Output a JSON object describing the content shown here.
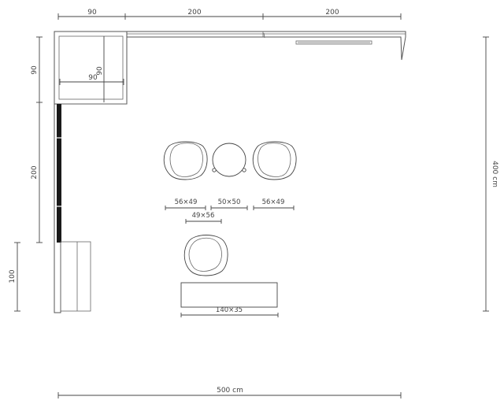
{
  "top_dims": [
    "90",
    "200",
    "200"
  ],
  "left_dims": [
    "90",
    "200",
    "100"
  ],
  "right_dim": "400 cm",
  "bottom_dim": "500 cm",
  "corner_module": {
    "vertical": "90",
    "horizontal": "90"
  },
  "labels": {
    "chair_left": "56×49",
    "stool_center": "50×50",
    "chair_right": "56×49",
    "chair_bottom": "49×56",
    "table": "140×35"
  }
}
